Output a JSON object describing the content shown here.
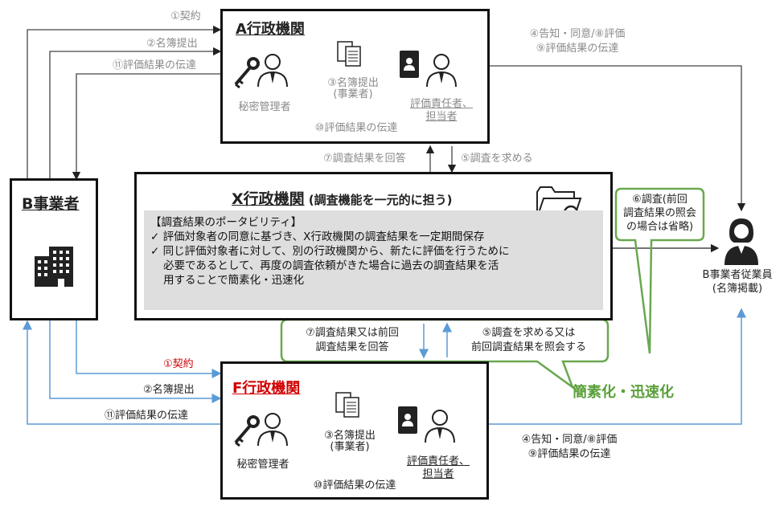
{
  "colors": {
    "line_gray": "#7a7a7a",
    "line_dark": "#222222",
    "line_blue": "#5b9bd5",
    "green": "#6aa84f",
    "red": "#d00000"
  },
  "a_agency": {
    "title": "A行政機関",
    "secret_manager": "秘密管理者",
    "evaluator_line1": "評価責任者、",
    "evaluator_line2": "担当者",
    "list_submit_line1": "③名簿提出",
    "list_submit_line2": "(事業者)",
    "result_transmit": "⑩評価結果の伝達"
  },
  "f_agency": {
    "title": "F行政機関",
    "secret_manager": "秘密管理者",
    "evaluator_line1": "評価責任者、",
    "evaluator_line2": "担当者",
    "list_submit_line1": "③名簿提出",
    "list_submit_line2": "(事業者)",
    "result_transmit": "⑩評価結果の伝達"
  },
  "b_business": {
    "title": "B事業者"
  },
  "x_agency": {
    "title": "X行政機関",
    "subtitle": "(調査機能を一元的に担う)",
    "portability_heading": "【調査結果のポータビリティ】",
    "bullet1": "✓ 評価対象者の同意に基づき、X行政機関の調査結果を一定期間保存",
    "bullet2_line1": "✓ 同じ評価対象者に対して、別の行政機関から、新たに評価を行うために",
    "bullet2_line2": "必要であるとして、再度の調査依頼がきた場合に過去の調査結果を活",
    "bullet2_line3": "用することで簡素化・迅速化"
  },
  "employee": {
    "line1": "B事業者従業員",
    "line2": "(名簿掲載)"
  },
  "flows_top": {
    "contract": "①契約",
    "list_submit": "②名簿提出",
    "result_transmit": "⑪評価結果の伝達",
    "notice_line1": "④告知・同意/⑧評価",
    "notice_line2": "⑨評価結果の伝達",
    "answer": "⑦調査結果を回答",
    "request": "⑤調査を求める"
  },
  "flows_bottom": {
    "contract": "①契約",
    "list_submit": "②名簿提出",
    "result_transmit": "⑪評価結果の伝達",
    "notice_line1": "④告知・同意/⑧評価",
    "notice_line2": "⑨評価結果の伝達",
    "answer_line1": "⑦調査結果又は前回",
    "answer_line2": "調査結果を回答",
    "request_line1": "⑤調査を求める又は",
    "request_line2": "前回調査結果を照会する"
  },
  "survey_callout": {
    "line1": "⑥調査(前回",
    "line2": "調査結果の照会",
    "line3": "の場合は省略)"
  },
  "simplify_label": "簡素化・迅速化"
}
